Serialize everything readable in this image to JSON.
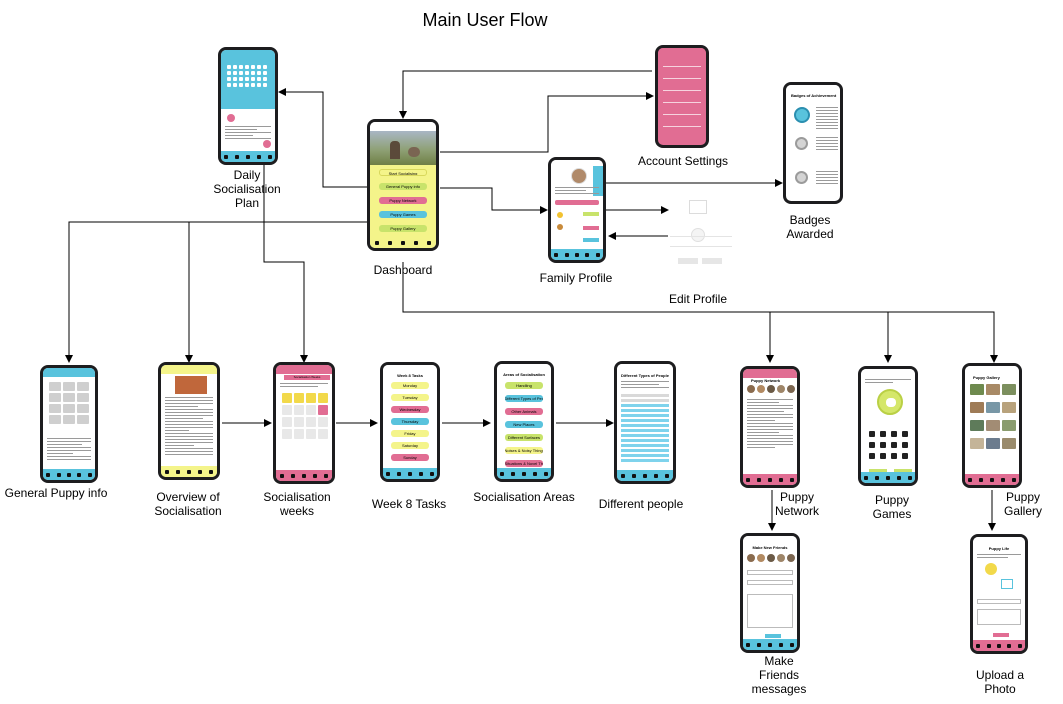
{
  "title": "Main User Flow",
  "colors": {
    "pink": "#e16d93",
    "yellow": "#f4f48a",
    "blue": "#59c3dd",
    "green": "#c8e36b",
    "cyan_light": "#7fd3ec"
  },
  "screens": {
    "daily": {
      "label": "Daily\nSocialisation\nPlan"
    },
    "dashboard": {
      "label": "Dashboard",
      "buttons": [
        "Start Socialising",
        "General Puppy info",
        "Puppy Network",
        "Puppy Games",
        "Puppy Gallery"
      ]
    },
    "account": {
      "label": "Account Settings"
    },
    "family": {
      "label": "Family Profile"
    },
    "edit": {
      "label": "Edit Profile"
    },
    "badges": {
      "label": "Badges\nAwarded",
      "heading": "Badges of Achievement"
    },
    "general": {
      "label": "General Puppy info"
    },
    "overview": {
      "label": "Overview of\nSocialisation"
    },
    "weeks": {
      "label": "Socialisation\nweeks",
      "heading": "Socialisation Weeks"
    },
    "week8": {
      "label": "Week 8 Tasks",
      "heading": "Week 8 Tasks",
      "days": [
        "Monday",
        "Tuesday",
        "Wednesday",
        "Thursday",
        "Friday",
        "Saturday",
        "Sunday"
      ]
    },
    "areas": {
      "label": "Socialisation Areas",
      "heading": "Areas of Socialisation",
      "items": [
        "Handling",
        "Different Types of People",
        "Other Animals",
        "New Places",
        "Different Surfaces",
        "Noises & Noisy Things",
        "Situations & Novel Things"
      ]
    },
    "people": {
      "label": "Different people",
      "heading": "Different Types of People"
    },
    "network": {
      "label": "Puppy\nNetwork",
      "heading": "Puppy Network"
    },
    "games": {
      "label": "Puppy\nGames"
    },
    "gallery": {
      "label": "Puppy\nGallery",
      "heading": "Puppy Gallery"
    },
    "friends": {
      "label": "Make\nFriends\nmessages",
      "heading": "Make New Friends"
    },
    "upload": {
      "label": "Upload a\nPhoto",
      "heading": "Puppy Life"
    }
  }
}
